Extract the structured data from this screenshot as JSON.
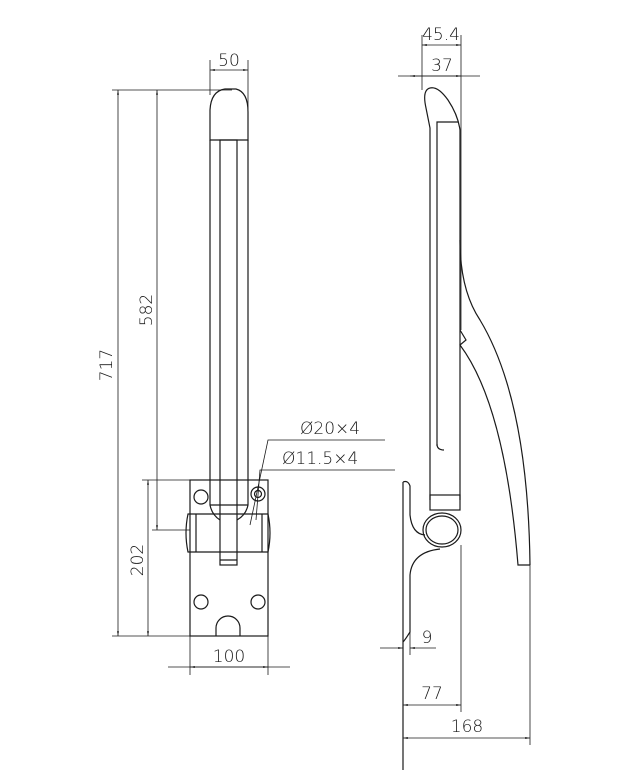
{
  "front_view": {
    "width_top": "50",
    "height_total": "717",
    "height_arm": "582",
    "height_plate": "202",
    "width_plate": "100",
    "hole_large": "Ø20×4",
    "hole_small": "Ø11.5×4"
  },
  "side_view": {
    "depth_cap": "45.4",
    "depth_arm": "37",
    "plate_thickness": "9",
    "depth_hinge": "77",
    "depth_total": "168"
  }
}
